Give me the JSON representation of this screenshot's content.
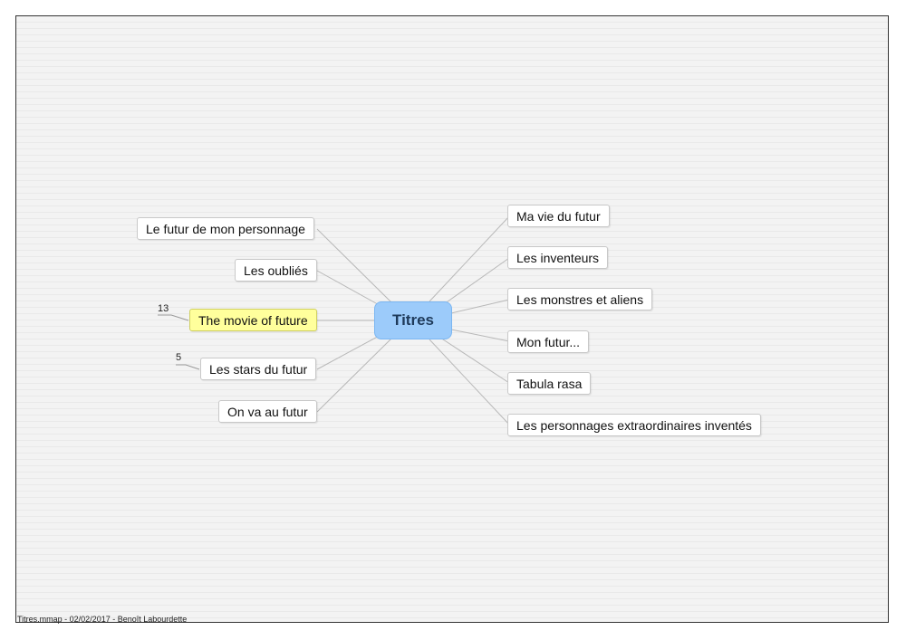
{
  "central": {
    "label": "Titres",
    "color": "#9ccbfa"
  },
  "left_topics": [
    {
      "label": "Le futur de mon personnage"
    },
    {
      "label": "Les oubliés"
    },
    {
      "label": "The movie of future",
      "count": "13",
      "highlighted": true
    },
    {
      "label": "Les stars du futur",
      "count": "5"
    },
    {
      "label": "On va au futur"
    }
  ],
  "right_topics": [
    {
      "label": "Ma vie du futur"
    },
    {
      "label": "Les inventeurs"
    },
    {
      "label": "Les monstres et aliens"
    },
    {
      "label": "Mon futur..."
    },
    {
      "label": "Tabula rasa"
    },
    {
      "label": "Les personnages extraordinaires inventés"
    }
  ],
  "colors": {
    "highlight": "#ffff9c",
    "connector": "#b8b8b8"
  },
  "footer": {
    "text": "Titres.mmap - 02/02/2017 - Benoît Labourdette"
  }
}
